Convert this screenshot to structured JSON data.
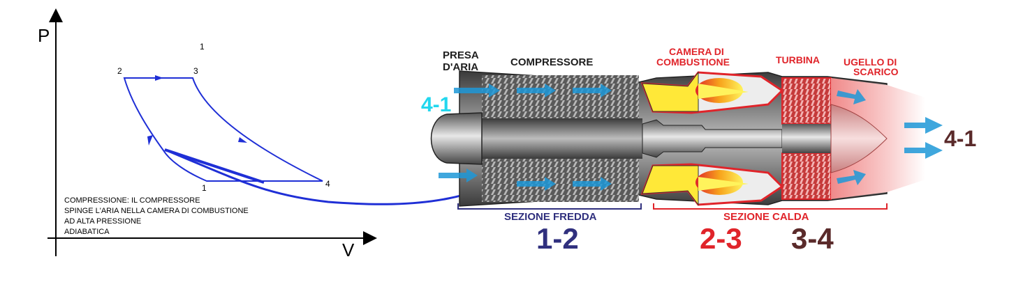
{
  "pv": {
    "axis_p": "P",
    "axis_v": "V",
    "points": {
      "p1_top": "1",
      "p2": "2",
      "p3": "3",
      "p4": "4",
      "p1": "1"
    },
    "caption": [
      "COMPRESSIONE: IL COMPRESSORE",
      "SPINGE L'ARIA NELLA CAMERA DI COMBUSTIONE",
      "AD ALTA PRESSIONE",
      "ADIABATICA"
    ]
  },
  "engine": {
    "labels": {
      "intake_1": "PRESA",
      "intake_2": "D'ARIA",
      "compressor": "COMPRESSORE",
      "combustion_1": "CAMERA DI",
      "combustion_2": "COMBUSTIONE",
      "turbine": "TURBINA",
      "nozzle_1": "UGELLO DI",
      "nozzle_2": "SCARICO"
    },
    "sections": {
      "cold": "SEZIONE FREDDA",
      "hot": "SEZIONE CALDA"
    },
    "phases": {
      "intake": "4-1",
      "compression": "1-2",
      "combustion": "2-3",
      "expansion": "3-4",
      "exhaust": "4-1"
    }
  },
  "colors": {
    "cycle": "#1f2fd6",
    "phase_cold": "#30307e",
    "phase_hot": "#e0242a",
    "phase_expansion": "#5a2a2a",
    "intake_label": "#22d7ee",
    "flow_arrow": "#1e98d8"
  }
}
